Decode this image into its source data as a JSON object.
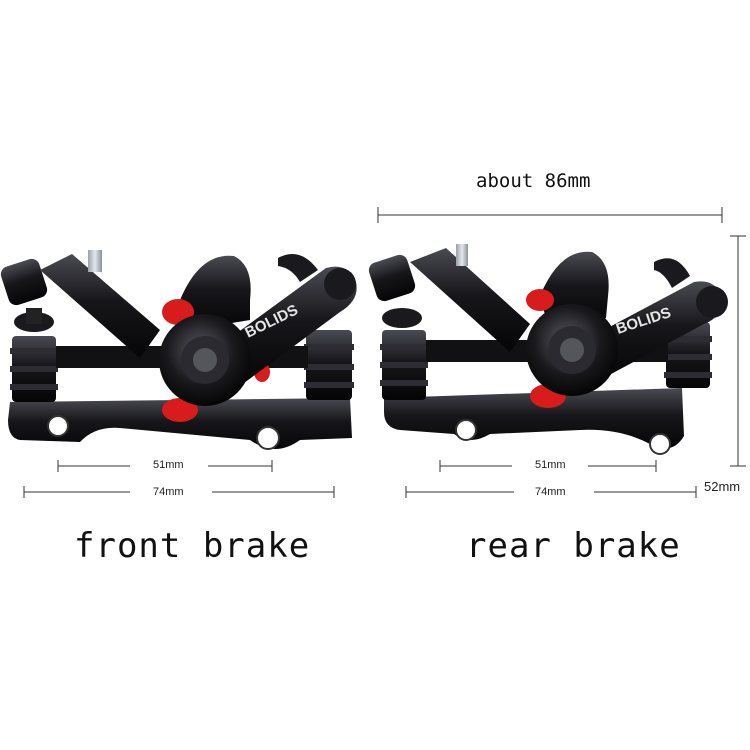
{
  "product": {
    "brand": "BOLIDS",
    "front": {
      "caption": "front brake",
      "dim_inner": "51mm",
      "dim_outer": "74mm"
    },
    "rear": {
      "caption": "rear brake",
      "dim_inner": "51mm",
      "dim_outer": "74mm"
    },
    "dim_width": "about 86mm",
    "dim_height": "52mm"
  },
  "colors": {
    "caliper": "#111114",
    "highlight": "#3a3a40",
    "accent_red": "#d81c1c",
    "background": "#ffffff"
  }
}
